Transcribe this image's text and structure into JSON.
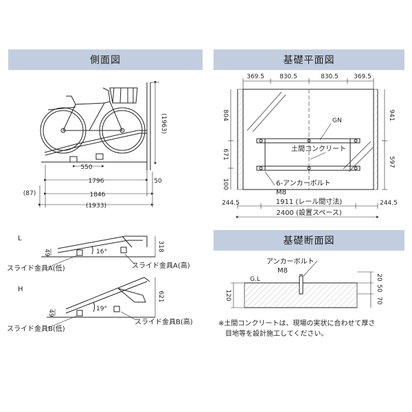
{
  "sections": {
    "side": "側面図",
    "plan": "基礎平面図",
    "section": "基礎断面図"
  },
  "side_view": {
    "d_1963": "(1963)",
    "d_550": "550",
    "d_1796": "1796",
    "d_1846": "1846",
    "d_1933": "(1933)",
    "d_87": "(87)",
    "d_50": "50",
    "L": "L",
    "H": "H",
    "l_49": "49",
    "l_angle": "16°",
    "l_318": "318",
    "l_label_low": "スライド金具A(低)",
    "l_label_high": "スライド金具A(高)",
    "h_49": "49",
    "h_angle": "19°",
    "h_621": "621",
    "h_label_low": "スライド金具B(低)",
    "h_label_high": "スライド金具B(高)"
  },
  "plan_view": {
    "t1": "369.5",
    "t2": "830.5",
    "t3": "830.5",
    "t4": "369.5",
    "l_804": "804",
    "l_671": "671",
    "l_100": "100",
    "r_941": "941",
    "r_597": "597",
    "gn": "GN",
    "concrete": "土間コンクリート",
    "bolt": "6-アンカーボルト",
    "m8": "M8",
    "b_left": "244.5",
    "b_mid": "1911 (レール間寸法)",
    "b_right": "244.5",
    "total": "2400 (設置スペース)"
  },
  "section_view": {
    "bolt": "アンカーボルト",
    "m8": "M8",
    "gl": "G.L",
    "d_120": "120",
    "d_20": "20",
    "d_50": "50",
    "d_70": "70"
  },
  "note": {
    "line1": "※土間コンクリートは、現場の実状に合わせて厚さ",
    "line2": "目地等を設計施工してください。"
  }
}
